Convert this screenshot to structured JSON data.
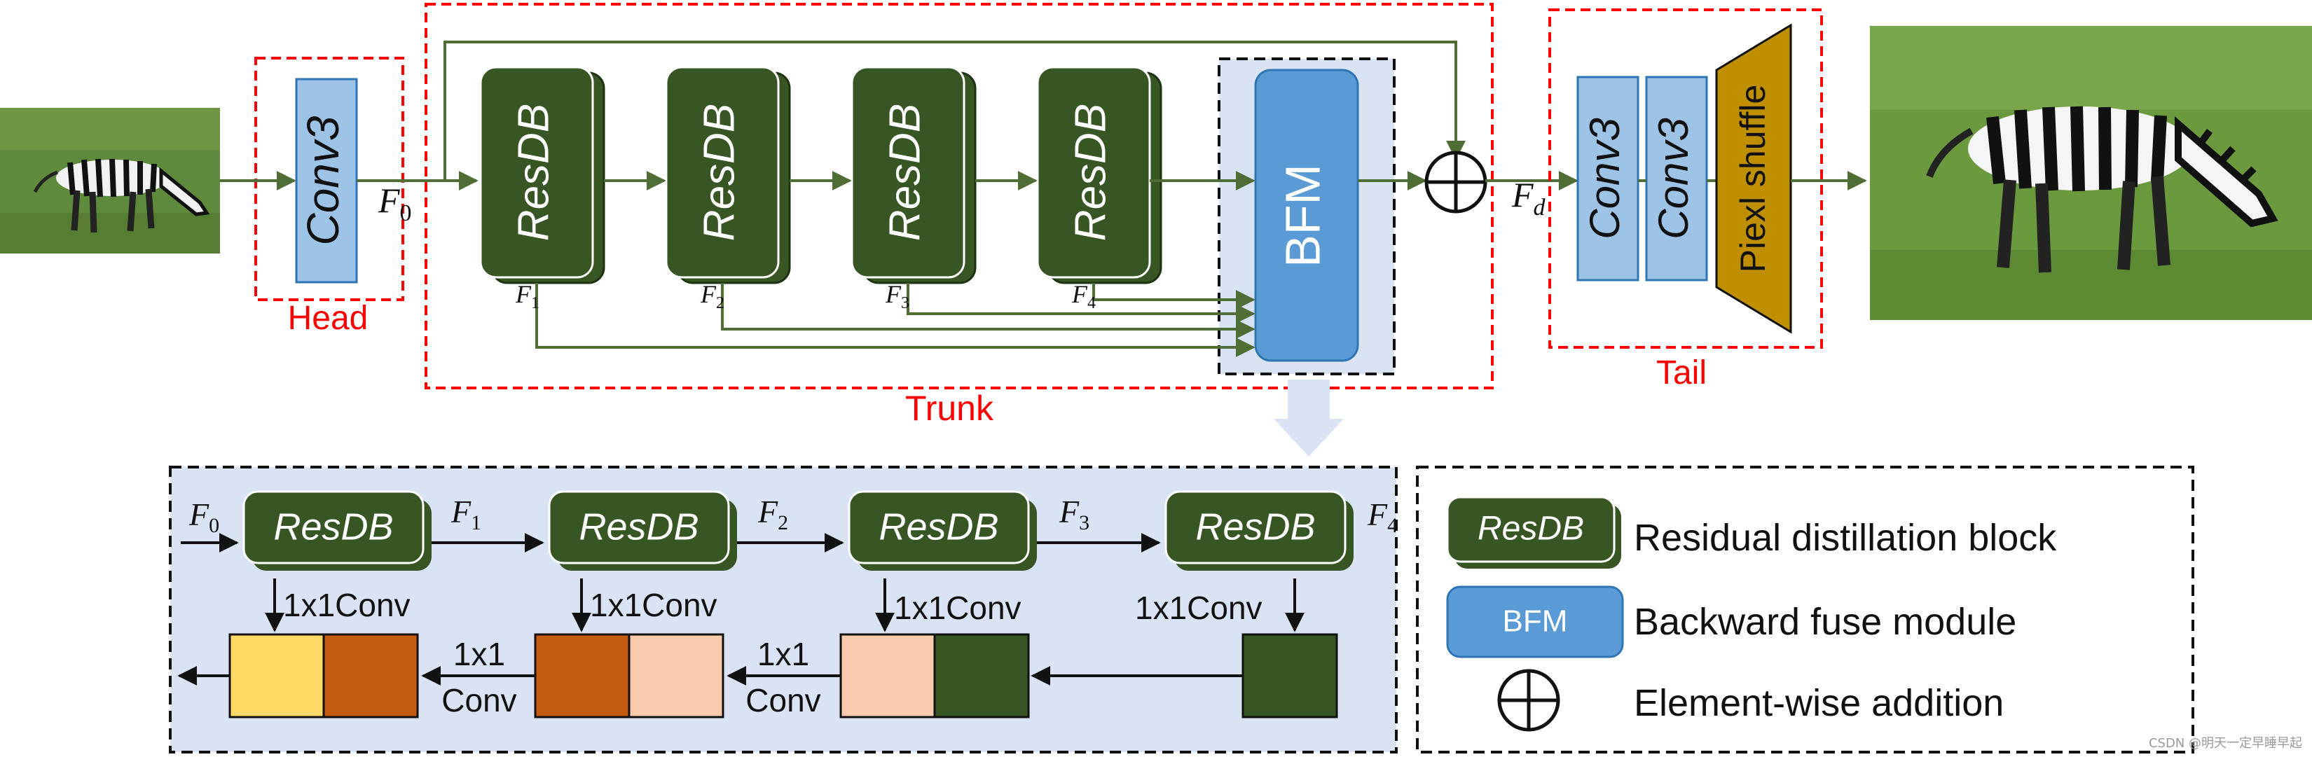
{
  "head": {
    "conv": "Conv3",
    "label": "Head",
    "feature": "F",
    "feature_sub": "0"
  },
  "trunk": {
    "label": "Trunk",
    "resdb": [
      "ResDB",
      "ResDB",
      "ResDB",
      "ResDB"
    ],
    "taps": [
      {
        "name": "F",
        "sub": "1"
      },
      {
        "name": "F",
        "sub": "2"
      },
      {
        "name": "F",
        "sub": "3"
      },
      {
        "name": "F",
        "sub": "4"
      }
    ],
    "bfm": "BFM",
    "out_feature": "F",
    "out_sub": "d"
  },
  "tail": {
    "label": "Tail",
    "conv1": "Conv3",
    "conv2": "Conv3",
    "shuffle": "Piexl shuffle"
  },
  "detail": {
    "resdb": [
      "ResDB",
      "ResDB",
      "ResDB",
      "ResDB"
    ],
    "features": [
      {
        "name": "F",
        "sub": "0"
      },
      {
        "name": "F",
        "sub": "1"
      },
      {
        "name": "F",
        "sub": "2"
      },
      {
        "name": "F",
        "sub": "3"
      },
      {
        "name": "F",
        "sub": "4"
      }
    ],
    "conv1x1": [
      "1x1Conv",
      "1x1Conv",
      "1x1Conv",
      "1x1Conv"
    ],
    "fuse_top": [
      "1x1",
      "1x1"
    ],
    "fuse_bottom": [
      "Conv",
      "Conv"
    ]
  },
  "legend": {
    "resdb_block": "ResDB",
    "resdb_text": "Residual distillation block",
    "bfm_block": "BFM",
    "bfm_text": "Backward fuse module",
    "add_text": "Element-wise addition"
  },
  "colors": {
    "dark_green": "#375623",
    "arrow_green": "#4e6e35",
    "conv_fill": "#9dc3e6",
    "conv_stroke": "#2e75b6",
    "bfm_fill": "#5b9bd5",
    "red": "#ff0000",
    "panel": "#dae3f3",
    "gold": "#bf8f00",
    "yellow": "#ffd966",
    "orange": "#c55a11",
    "peach": "#f8cbad"
  },
  "watermark": "CSDN @明天一定早睡早起"
}
